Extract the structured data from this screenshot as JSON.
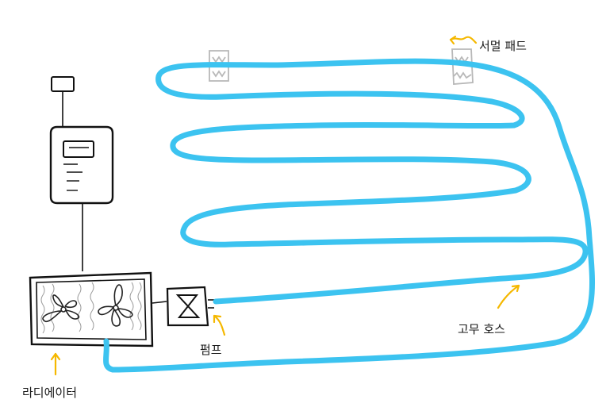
{
  "labels": {
    "thermal_pad": "서멀 패드",
    "rubber_hose": "고무 호스",
    "pump": "펌프",
    "radiator": "라디에이터"
  },
  "colors": {
    "hose": "#3cc3f0",
    "arrow": "#f5b800",
    "ink": "#111111",
    "thermal_pad": "#b8b8b8",
    "fan": "#222222",
    "radiator_fins": "#9a9a9a"
  },
  "icons": [
    "fan-icon",
    "pump-icon",
    "device-icon",
    "arrow-icon",
    "thermal-pad-icon"
  ]
}
